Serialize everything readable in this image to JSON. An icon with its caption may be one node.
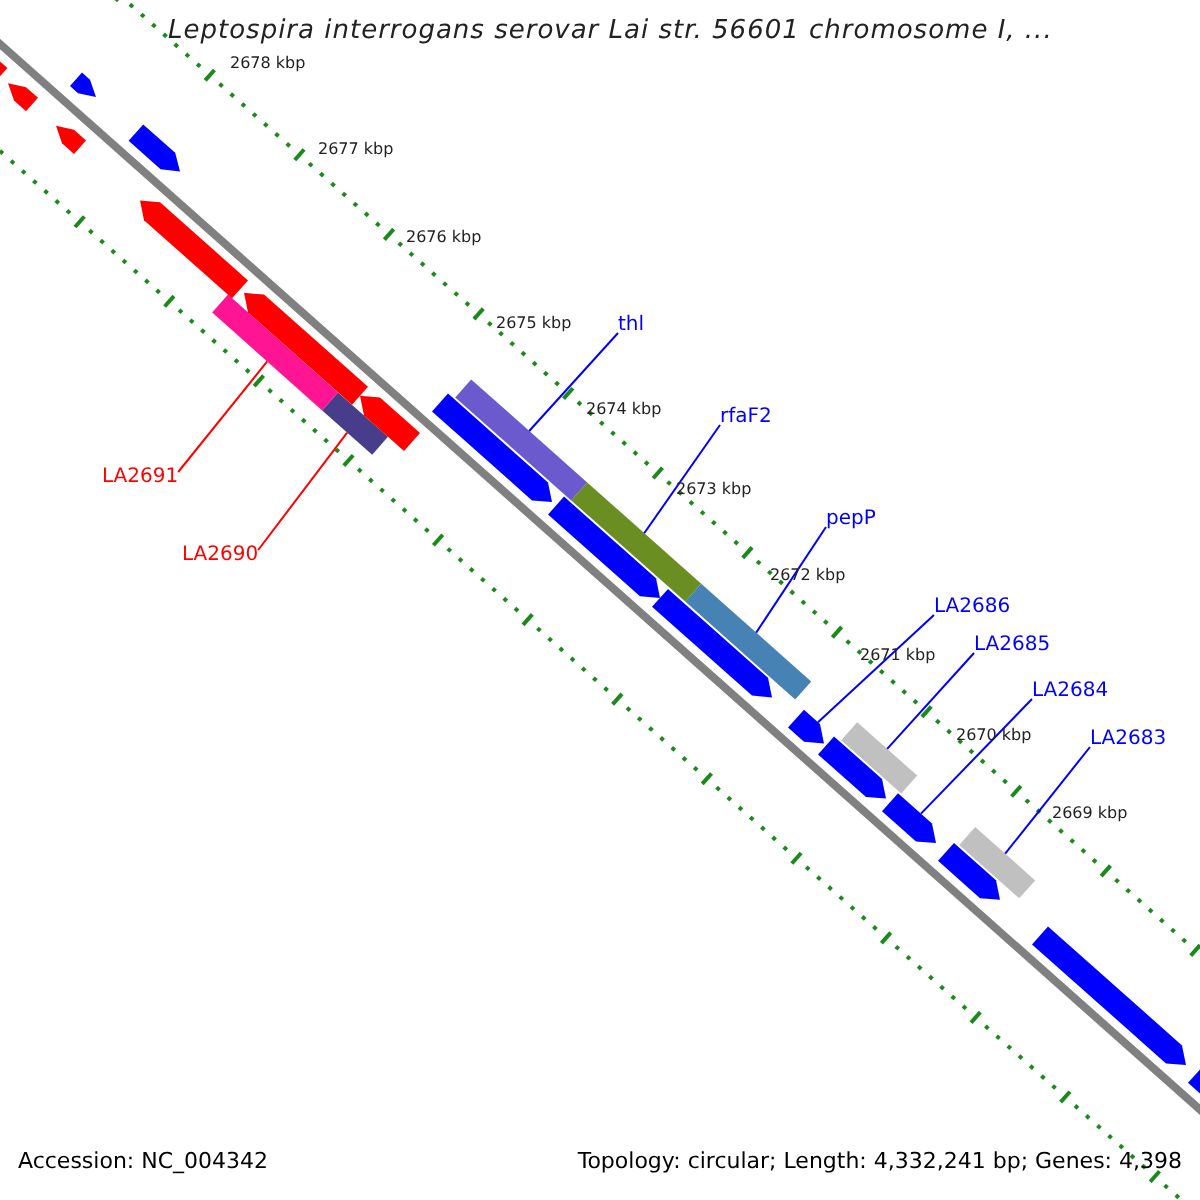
{
  "diagram": {
    "title": "Leptospira interrogans serovar Lai str. 56601 chromosome I, ...",
    "nodes": [
      {
        "text": [
          "thl"
        ]
      },
      {
        "text": [
          "rfaF2"
        ]
      },
      {
        "text": [
          "pepP"
        ]
      },
      {
        "text": [
          "LA2686"
        ]
      },
      {
        "text": [
          "LA2685"
        ]
      },
      {
        "text": [
          "LA2684"
        ]
      },
      {
        "text": [
          "LA2683"
        ]
      },
      {
        "text": [
          "LA2691"
        ]
      },
      {
        "text": [
          "LA2690"
        ]
      },
      {
        "text": [],
        "shape": "bar"
      },
      {
        "text": [],
        "shape": "bar"
      },
      {
        "text": [],
        "shape": "bar"
      },
      {
        "text": [],
        "shape": "pentagon"
      },
      {
        "text": [],
        "shape": "bar"
      },
      {
        "text": [],
        "shape": "pentagon"
      },
      {
        "text": [],
        "shape": "bar"
      },
      {
        "text": [],
        "shape": "bar"
      },
      {
        "text": [],
        "shape": "bar"
      },
      {
        "text": [],
        "shape": "pentagon"
      },
      {
        "text": [],
        "shape": "pentagon"
      },
      {
        "text": [],
        "shape": "pentagon"
      },
      {
        "text": [],
        "shape": "pentagon"
      },
      {
        "text": [],
        "shape": "pentagon"
      },
      {
        "text": [],
        "shape": "pentagon"
      },
      {
        "text": [],
        "shape": "pentagon"
      },
      {
        "text": [],
        "shape": "pentagon"
      },
      {
        "text": [],
        "shape": "pentagon"
      },
      {
        "text": [],
        "shape": "pentagon"
      },
      {
        "text": [],
        "shape": "pentagon"
      },
      {
        "text": [],
        "shape": "pentagon"
      },
      {
        "text": [],
        "shape": "pentagon"
      },
      {
        "text": [],
        "shape": "pentagon"
      },
      {
        "text": [],
        "shape": "pentagon"
      }
    ],
    "edges": [
      {
        "from": 0,
        "to": 9,
        "arrow": "none"
      },
      {
        "from": 1,
        "to": 10,
        "arrow": "none"
      },
      {
        "from": 2,
        "to": 11,
        "arrow": "none"
      },
      {
        "from": 3,
        "to": 12,
        "arrow": "none"
      },
      {
        "from": 4,
        "to": 13,
        "arrow": "none"
      },
      {
        "from": 5,
        "to": 14,
        "arrow": "none"
      },
      {
        "from": 6,
        "to": 15,
        "arrow": "none"
      },
      {
        "from": 7,
        "to": 16,
        "arrow": "none",
        "color": "#ff0000"
      },
      {
        "from": 8,
        "to": 17,
        "arrow": "none",
        "color": "#ff0000"
      }
    ],
    "labels": [
      "2678 kbp",
      "2677 kbp",
      "2676 kbp",
      "2675 kbp",
      "2674 kbp",
      "2673 kbp",
      "2672 kbp",
      "2671 kbp",
      "2670 kbp",
      "2669 kbp",
      "Accession: NC_004342",
      "Topology: circular; Length: 4,332,241 bp; Genes: 4,398"
    ]
  }
}
